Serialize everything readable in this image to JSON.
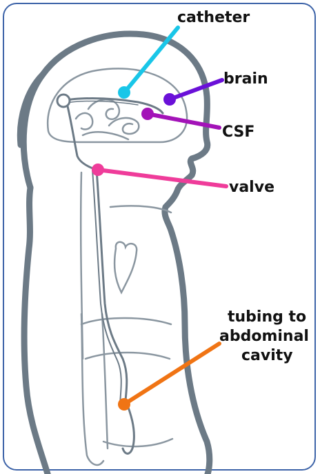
{
  "labels": {
    "catheter": "catheter",
    "brain": "brain",
    "csf": "CSF",
    "valve": "valve",
    "tubing_line1": "tubing to",
    "tubing_line2": "abdominal",
    "tubing_line3": "cavity"
  },
  "colors": {
    "frame_border": "#3d63a8",
    "body_outline": "#6c7a86",
    "inner_lines": "#8a96a0",
    "catheter": "#19c6e8",
    "brain": "#6a10d8",
    "csf": "#a313b8",
    "valve": "#ef3c9a",
    "tubing": "#f07414"
  }
}
